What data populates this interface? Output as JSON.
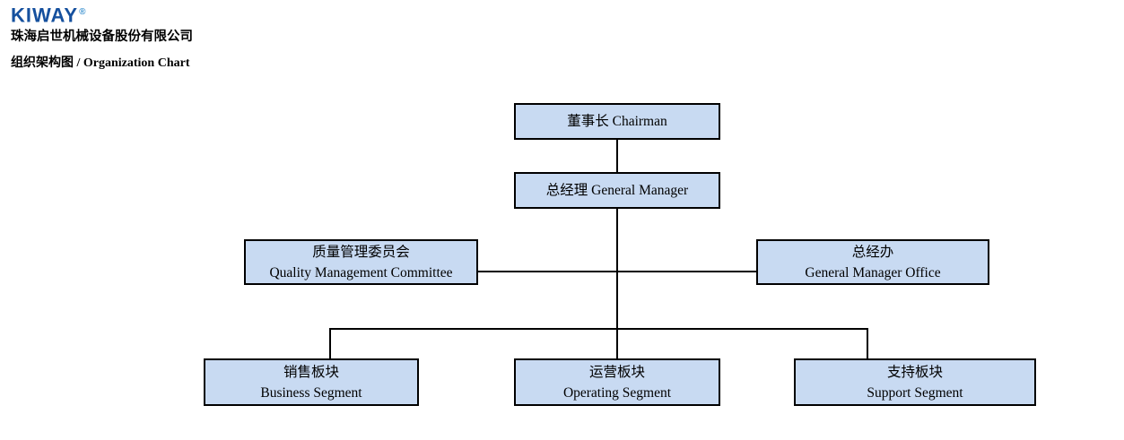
{
  "header": {
    "logo_text": "KIWAY",
    "logo_registered_mark": "®",
    "company_name": "珠海启世机械设备股份有限公司",
    "page_title": "组织架构图 / Organization Chart"
  },
  "colors": {
    "logo_blue": "#15509E",
    "logo_mark_light_blue": "#3E93D0",
    "node_fill": "#C8DAF2",
    "node_border": "#000000",
    "text": "#000000",
    "background": "#FFFFFF"
  },
  "org_chart": {
    "nodes": {
      "chairman": {
        "label": "董事长 Chairman"
      },
      "general_manager": {
        "label": "总经理 General Manager"
      },
      "quality_committee": {
        "zh": "质量管理委员会",
        "en": "Quality Management Committee"
      },
      "gm_office": {
        "zh": "总经办",
        "en": "General Manager Office"
      },
      "business_segment": {
        "zh": "销售板块",
        "en": "Business Segment"
      },
      "operating_segment": {
        "zh": "运营板块",
        "en": "Operating Segment"
      },
      "support_segment": {
        "zh": "支持板块",
        "en": "Support Segment"
      }
    },
    "edges": [
      {
        "from": "chairman",
        "to": "general_manager"
      },
      {
        "from": "general_manager",
        "to": "quality_committee"
      },
      {
        "from": "general_manager",
        "to": "gm_office"
      },
      {
        "from": "general_manager",
        "to": "business_segment"
      },
      {
        "from": "general_manager",
        "to": "operating_segment"
      },
      {
        "from": "general_manager",
        "to": "support_segment"
      }
    ]
  }
}
